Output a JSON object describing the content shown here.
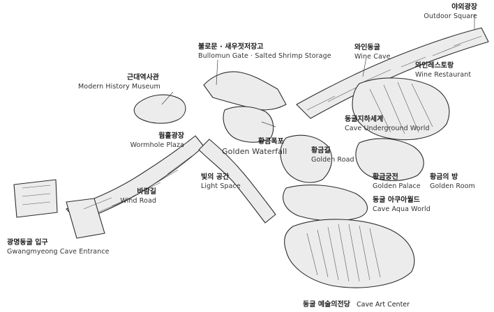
{
  "map": {
    "places": [
      {
        "id": "outdoor-square",
        "ko": "야외광장",
        "en": "Outdoor Square"
      },
      {
        "id": "bullomun-gate",
        "ko": "불로문 · 새우젓저장고",
        "en": "Bullomun Gate · Salted Shrimp Storage"
      },
      {
        "id": "wine-cave",
        "ko": "와인동굴",
        "en": "Wine Cave"
      },
      {
        "id": "wine-restaurant",
        "ko": "와인레스토랑",
        "en": "Wine Restaurant"
      },
      {
        "id": "modern-history-museum",
        "ko": "근대역사관",
        "en": "Modern History Museum"
      },
      {
        "id": "cave-underground-world",
        "ko": "동굴지하세계",
        "en": "Cave Underground World"
      },
      {
        "id": "wormhole-plaza",
        "ko": "웜홀광장",
        "en": "Wormhole Plaza"
      },
      {
        "id": "golden-waterfall",
        "ko": "황금폭포",
        "en": "Golden Waterfall"
      },
      {
        "id": "golden-road",
        "ko": "황금길",
        "en": "Golden Road"
      },
      {
        "id": "light-space",
        "ko": "빛의 공간",
        "en": "Light Space"
      },
      {
        "id": "golden-palace",
        "ko": "황금궁전",
        "en": "Golden Palace"
      },
      {
        "id": "golden-room",
        "ko": "황금의 방",
        "en": "Golden Room"
      },
      {
        "id": "wind-road",
        "ko": "바람길",
        "en": "Wind Road"
      },
      {
        "id": "cave-aqua-world",
        "ko": "동굴 아쿠아월드",
        "en": "Cave Aqua World"
      },
      {
        "id": "cave-entrance",
        "ko": "광명동굴 입구",
        "en": "Gwangmyeong Cave Entrance"
      },
      {
        "id": "cave-art-center",
        "ko": "동굴 예술의전당",
        "en": "Cave Art Center"
      }
    ]
  },
  "colors": {
    "ink": "#2b2b2b",
    "rock": "#dcdcdc",
    "paper": "#ffffff"
  }
}
